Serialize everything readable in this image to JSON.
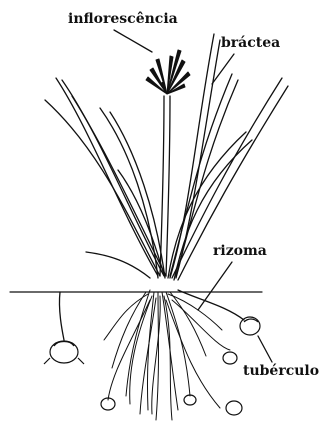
{
  "labels": {
    "inflorescence": "inflorescência",
    "bract": "bráctea",
    "rhizome": "rizoma",
    "tuber": "tubérculo"
  },
  "colors": {
    "ink": "#111111",
    "background": "#ffffff"
  }
}
